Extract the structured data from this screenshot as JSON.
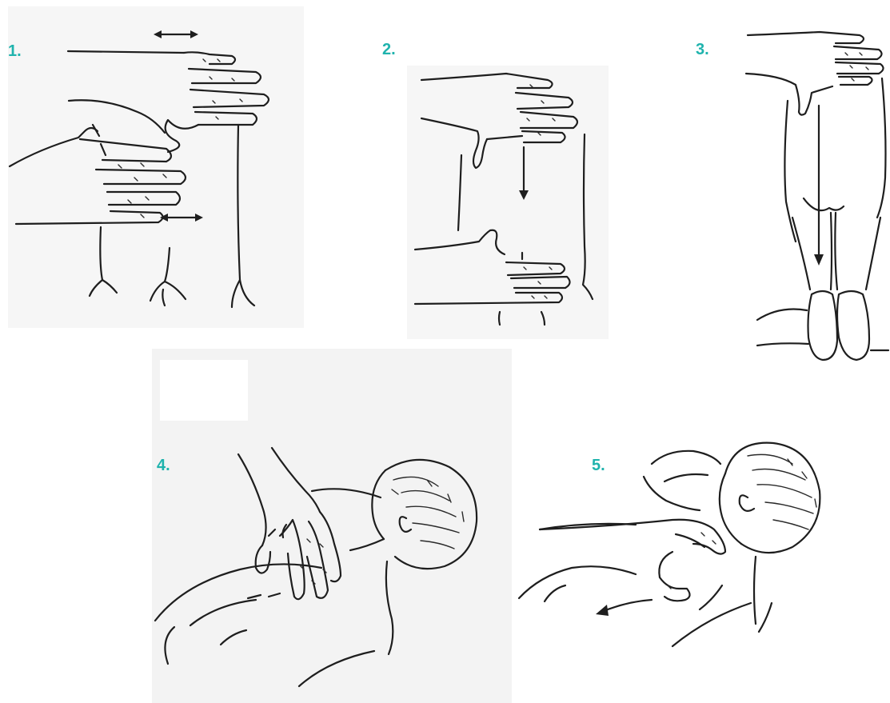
{
  "figure": {
    "accent_color": "#1fb3ad",
    "steps": [
      {
        "label": "1.",
        "illustration": "two-hands-on-back-icon"
      },
      {
        "label": "2.",
        "illustration": "hands-sliding-down-back-icon"
      },
      {
        "label": "3.",
        "illustration": "hand-stroke-back-to-feet-icon"
      },
      {
        "label": "4.",
        "illustration": "fingertips-on-infant-back-icon"
      },
      {
        "label": "5.",
        "illustration": "stroke-across-shoulder-icon"
      }
    ]
  }
}
